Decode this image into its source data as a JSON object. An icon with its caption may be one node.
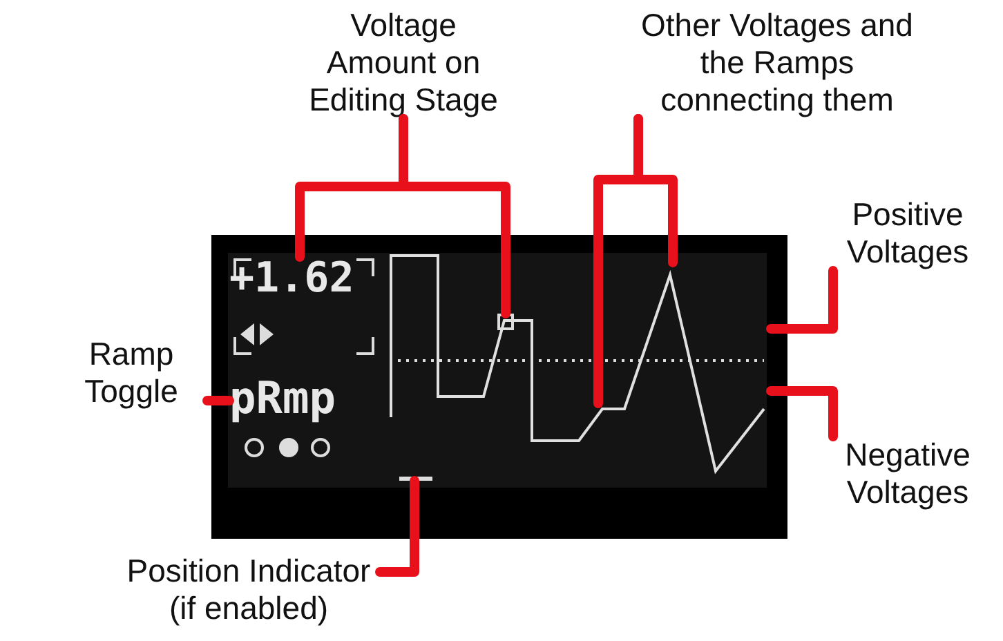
{
  "diagram": {
    "nodes": [
      {
        "text": [
          "Voltage Amount on Editing Stage"
        ]
      },
      {
        "text": [
          "+1.62"
        ]
      },
      {
        "text": [],
        "shape": "box",
        "in": 4
      },
      {
        "text": [
          "Other Voltages and the Ramps connecting them"
        ]
      },
      {
        "text": [],
        "shape": "picture"
      },
      {
        "text": [
          "Positive Voltages"
        ]
      },
      {
        "text": [
          "Ramp Toggle"
        ]
      },
      {
        "text": [
          "pRmp"
        ]
      },
      {
        "text": [
          "Negative Voltages"
        ]
      },
      {
        "text": [],
        "shape": "bar"
      },
      {
        "text": [
          "Position Indicator (if enabled)"
        ]
      }
    ],
    "edges": [
      {
        "from": 0,
        "to": 1,
        "arrow": "none"
      },
      {
        "from": 0,
        "to": 2,
        "arrow": "none"
      },
      {
        "from": 3,
        "to": 4,
        "arrow": "none"
      },
      {
        "from": 3,
        "to": 4,
        "arrow": "none"
      },
      {
        "from": 5,
        "to": 4,
        "arrow": "none"
      },
      {
        "from": 6,
        "to": 7,
        "arrow": "none"
      },
      {
        "from": 8,
        "to": 4,
        "arrow": "none"
      },
      {
        "from": 10,
        "to": 9,
        "arrow": "none"
      }
    ]
  }
}
